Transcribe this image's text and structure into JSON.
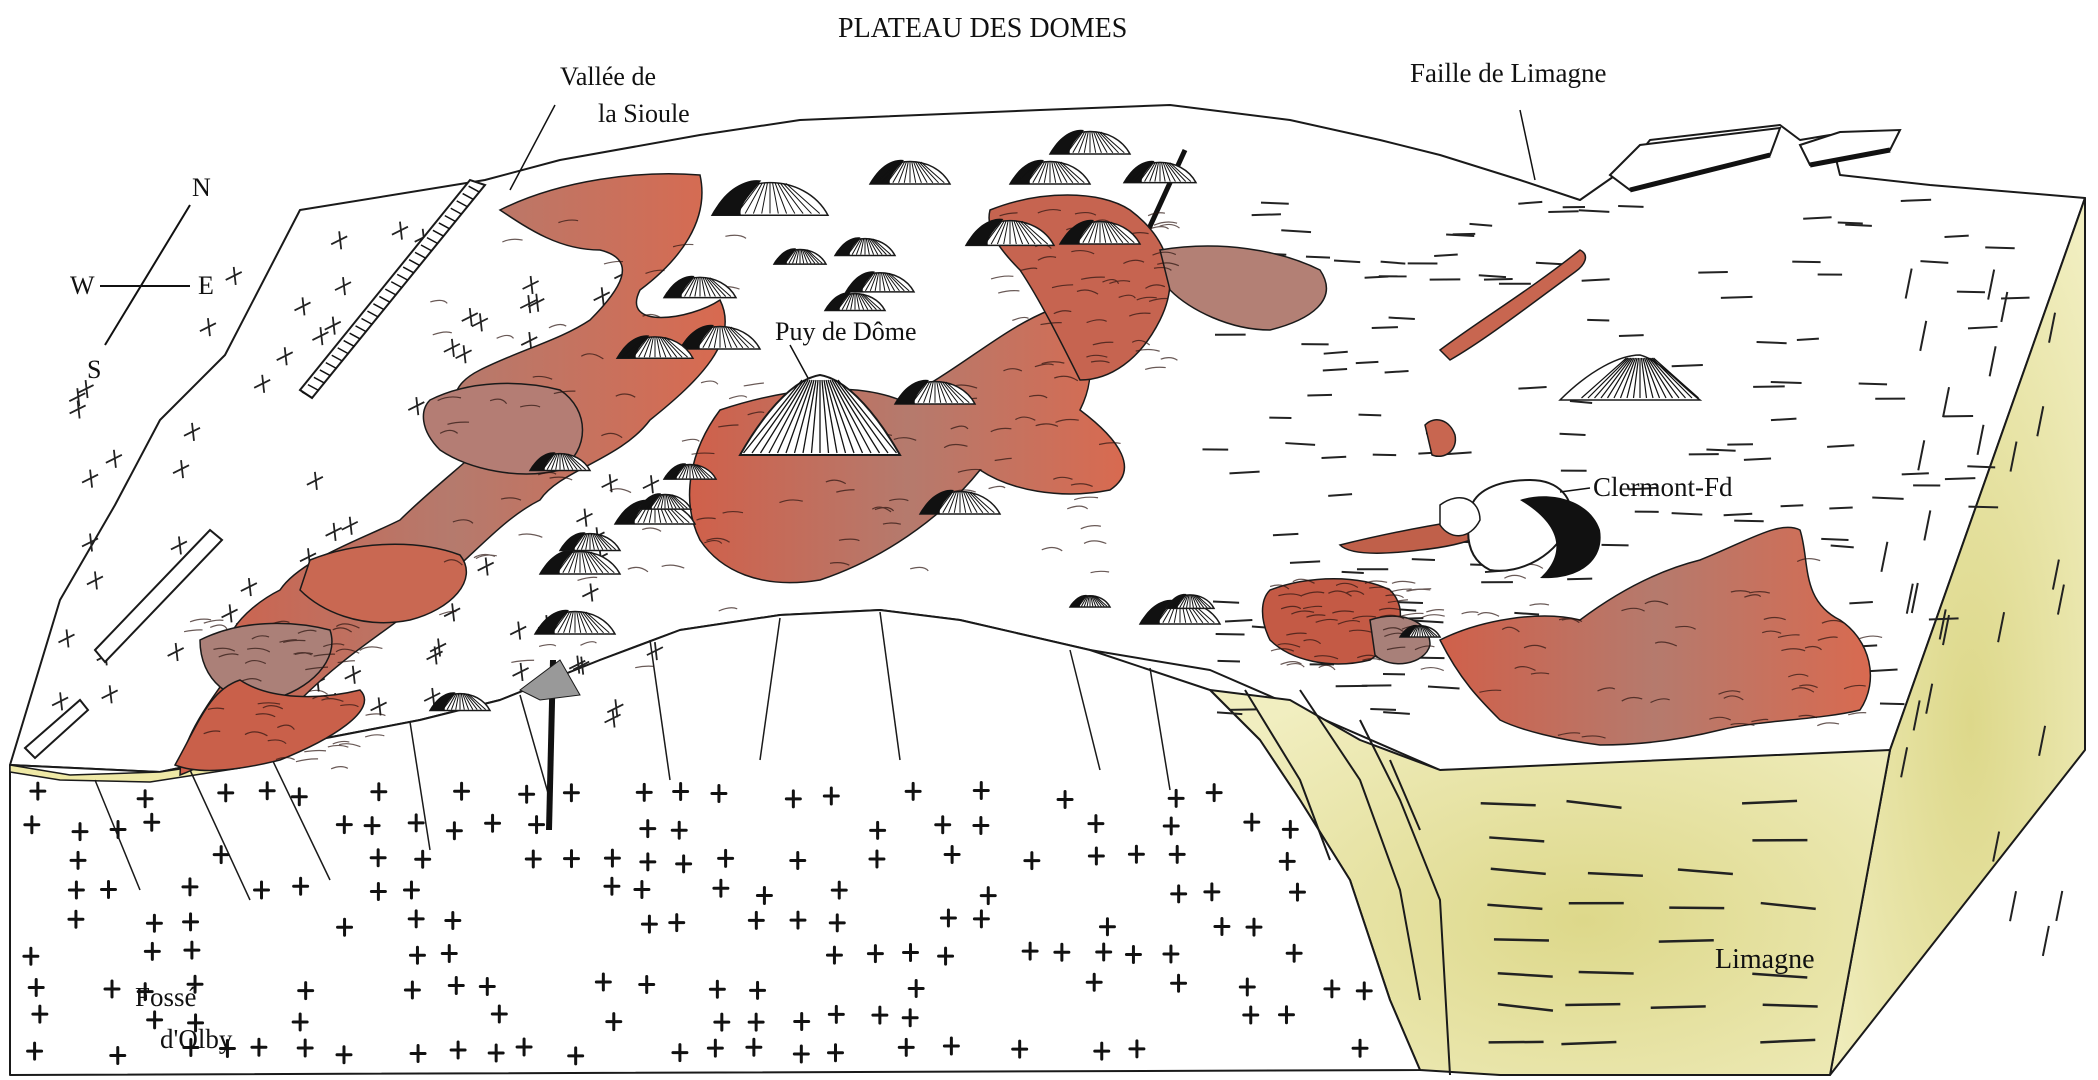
{
  "title": "PLATEAU DES DOMES",
  "labels": {
    "sioule_line1": "Vallée de",
    "sioule_line2": "la Sioule",
    "faille": "Faille de Limagne",
    "puy": "Puy de Dôme",
    "clermont": "Clermont-Fd",
    "limagne": "Limagne",
    "olby_line1": "Fossé",
    "olby_line2": "d'Olby"
  },
  "compass": {
    "n": "N",
    "s": "S",
    "e": "E",
    "w": "W"
  },
  "colors": {
    "lava_red": "#cf5a45",
    "lava_brown": "#a07a72",
    "limagne_yellow": "#e9e6a2",
    "cone_black": "#111111",
    "outline": "#1a1a1a"
  }
}
